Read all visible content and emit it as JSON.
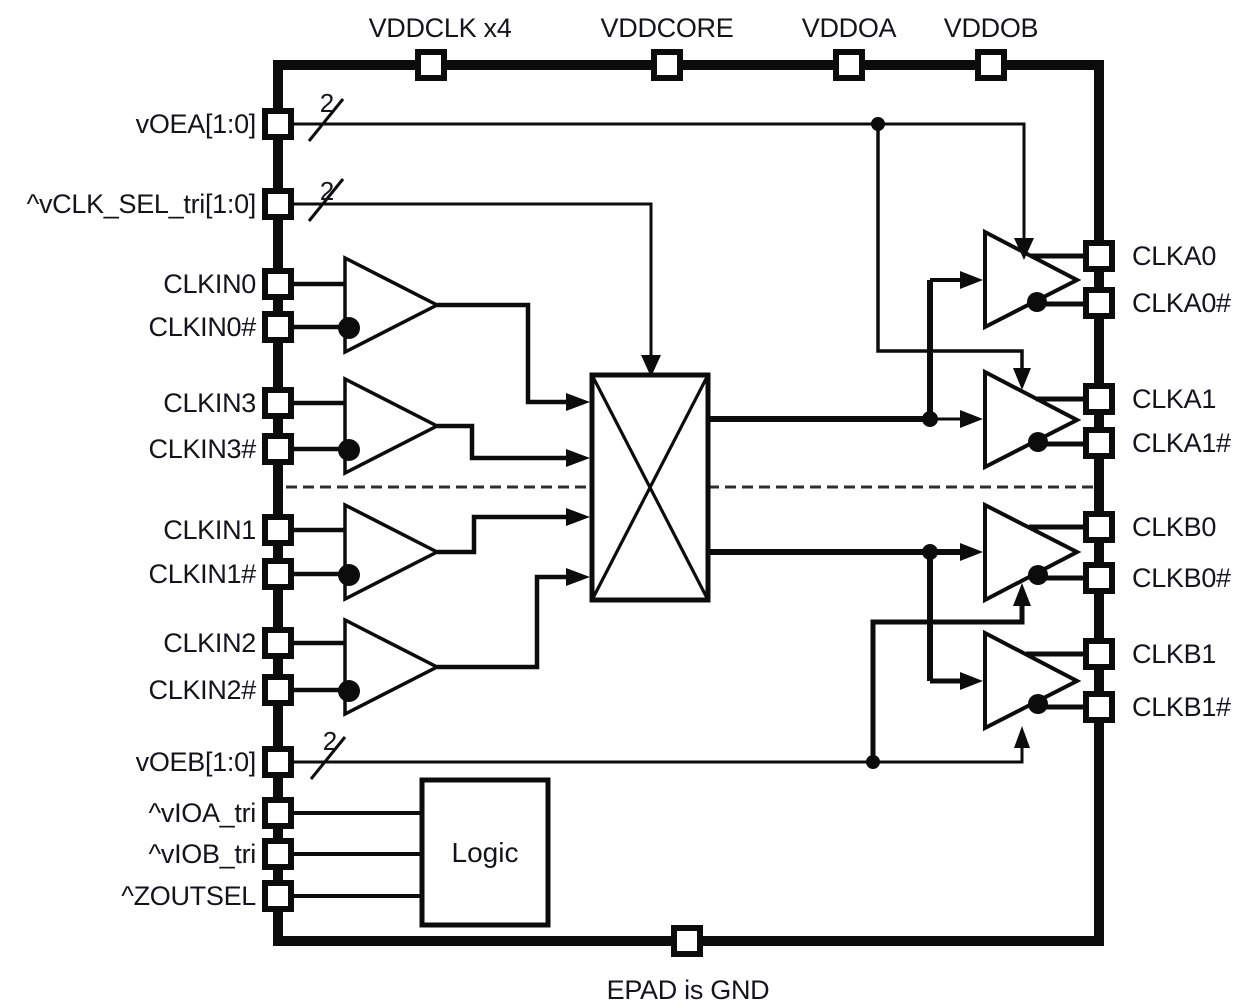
{
  "top_pins": [
    {
      "label": "VDDCLK x4"
    },
    {
      "label": "VDDCORE"
    },
    {
      "label": "VDDOA"
    },
    {
      "label": "VDDOB"
    }
  ],
  "left_pins": [
    {
      "label": "vOEA[1:0]"
    },
    {
      "label": "^vCLK_SEL_tri[1:0]"
    },
    {
      "label": "CLKIN0"
    },
    {
      "label": "CLKIN0#"
    },
    {
      "label": "CLKIN3"
    },
    {
      "label": "CLKIN3#"
    },
    {
      "label": "CLKIN1"
    },
    {
      "label": "CLKIN1#"
    },
    {
      "label": "CLKIN2"
    },
    {
      "label": "CLKIN2#"
    },
    {
      "label": "vOEB[1:0]"
    },
    {
      "label": "^vIOA_tri"
    },
    {
      "label": "^vIOB_tri"
    },
    {
      "label": "^ZOUTSEL"
    }
  ],
  "right_pins": [
    {
      "label": "CLKA0"
    },
    {
      "label": "CLKA0#"
    },
    {
      "label": "CLKA1"
    },
    {
      "label": "CLKA1#"
    },
    {
      "label": "CLKB0"
    },
    {
      "label": "CLKB0#"
    },
    {
      "label": "CLKB1"
    },
    {
      "label": "CLKB1#"
    }
  ],
  "bus_width_markers": [
    "2",
    "2",
    "2"
  ],
  "blocks": {
    "logic_label": "Logic"
  },
  "bottom_note": "EPAD is GND",
  "colors": {
    "line": "#0c0c0c",
    "text": "#14141c",
    "background": "#ffffff",
    "dashed_divider": "#2e2e2e"
  }
}
